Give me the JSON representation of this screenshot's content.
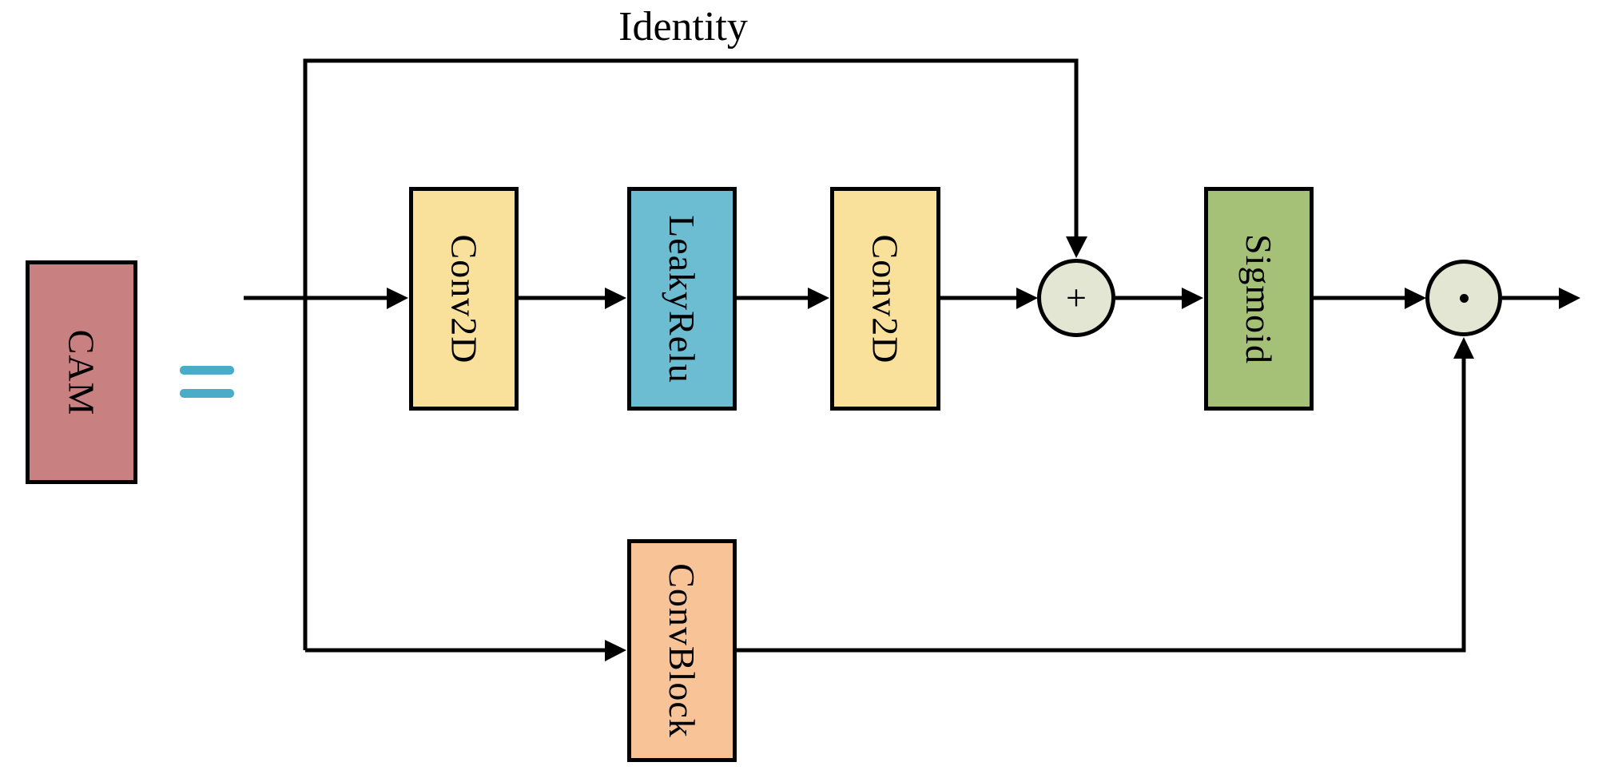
{
  "diagram": {
    "identity_label": "Identity",
    "module_box": {
      "label": "CAM"
    },
    "equals": {
      "symbol": "="
    },
    "nodes": {
      "conv2d_1": {
        "label": "Conv2D",
        "type": "conv"
      },
      "leakyrelu": {
        "label": "LeakyRelu",
        "type": "activation"
      },
      "conv2d_2": {
        "label": "Conv2D",
        "type": "conv"
      },
      "add": {
        "symbol": "+",
        "type": "elementwise-add"
      },
      "sigmoid": {
        "label": "Sigmoid",
        "type": "activation"
      },
      "multiply": {
        "symbol": "·",
        "type": "elementwise-multiply"
      },
      "convblock": {
        "label": "ConvBlock",
        "type": "conv-block"
      }
    },
    "edges": [
      {
        "from": "input",
        "to": "conv2d_1"
      },
      {
        "from": "conv2d_1",
        "to": "leakyrelu"
      },
      {
        "from": "leakyrelu",
        "to": "conv2d_2"
      },
      {
        "from": "conv2d_2",
        "to": "add"
      },
      {
        "from": "input",
        "to": "add",
        "via": "identity-skip"
      },
      {
        "from": "add",
        "to": "sigmoid"
      },
      {
        "from": "sigmoid",
        "to": "multiply"
      },
      {
        "from": "input",
        "to": "convblock",
        "via": "lower-branch"
      },
      {
        "from": "convblock",
        "to": "multiply"
      },
      {
        "from": "multiply",
        "to": "output"
      }
    ],
    "colors": {
      "cam_rose": "#C98080",
      "conv_yellow": "#F9E19B",
      "leaky_teal": "#6CBCD2",
      "sigmoid_green": "#A5C178",
      "convblock_peach": "#F9C398",
      "circle_fill": "#E3E6D3",
      "equals_teal": "#4AACC6",
      "line_black": "#000000"
    }
  }
}
